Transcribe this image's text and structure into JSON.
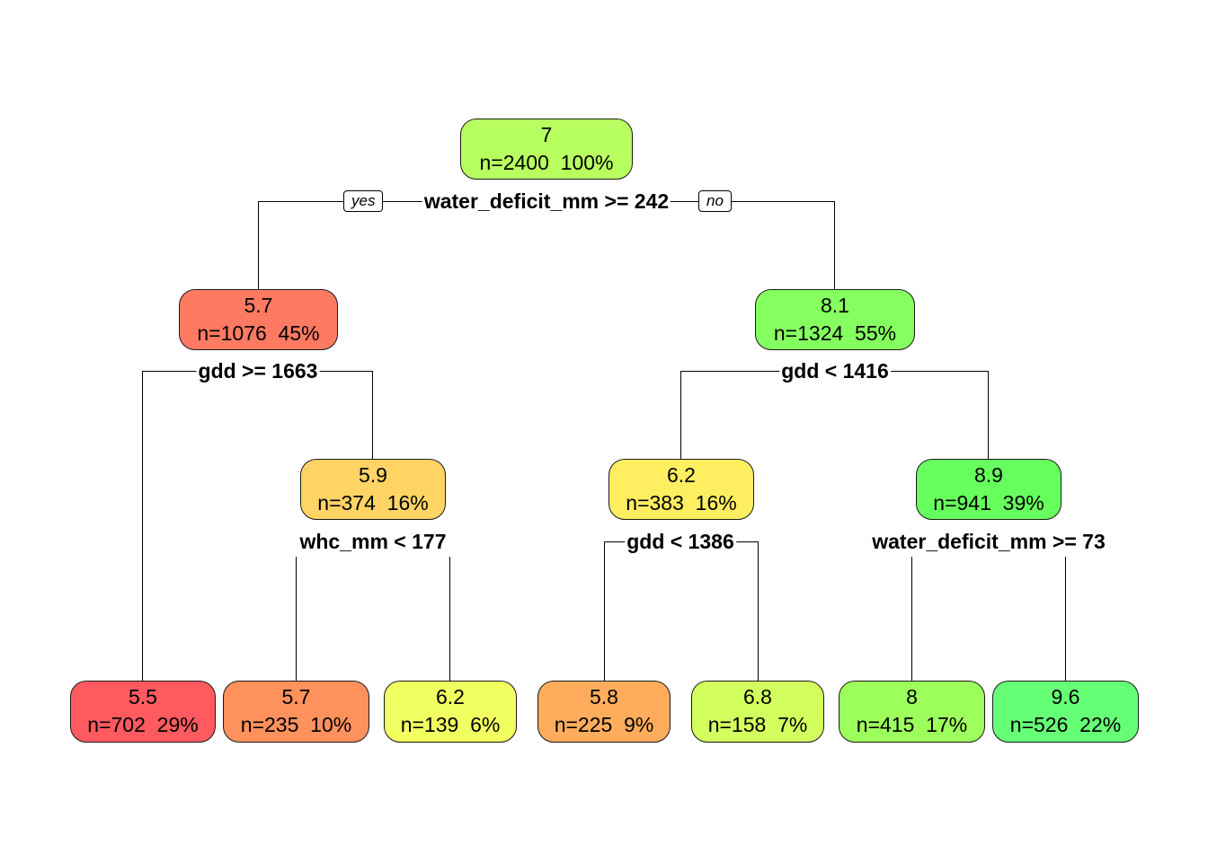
{
  "title": "Regression tree",
  "branch_labels": {
    "yes": "yes",
    "no": "no"
  },
  "nodes": [
    {
      "id": "root",
      "value": "7",
      "info": "n=2400  100%",
      "color": "#b8ff60"
    },
    {
      "id": "l",
      "value": "5.7",
      "info": "n=1076  45%",
      "color": "#ff7a62"
    },
    {
      "id": "r",
      "value": "8.1",
      "info": "n=1324  55%",
      "color": "#86ff60"
    },
    {
      "id": "lr",
      "value": "5.9",
      "info": "n=374  16%",
      "color": "#ffd464"
    },
    {
      "id": "rl",
      "value": "6.2",
      "info": "n=383  16%",
      "color": "#ffee60"
    },
    {
      "id": "rr",
      "value": "8.9",
      "info": "n=941  39%",
      "color": "#66ff5e"
    },
    {
      "id": "leaf1",
      "value": "5.5",
      "info": "n=702  29%",
      "color": "#ff5a5f"
    },
    {
      "id": "leaf2",
      "value": "5.7",
      "info": "n=235  10%",
      "color": "#ff915c"
    },
    {
      "id": "leaf3",
      "value": "6.2",
      "info": "n=139  6%",
      "color": "#f2ff60"
    },
    {
      "id": "leaf4",
      "value": "5.8",
      "info": "n=225  9%",
      "color": "#ffad5c"
    },
    {
      "id": "leaf5",
      "value": "6.8",
      "info": "n=158  7%",
      "color": "#d2ff5e"
    },
    {
      "id": "leaf6",
      "value": "8",
      "info": "n=415  17%",
      "color": "#9dff5c"
    },
    {
      "id": "leaf7",
      "value": "9.6",
      "info": "n=526  22%",
      "color": "#66ff76"
    }
  ],
  "splits": [
    {
      "id": "root",
      "label": "water_deficit_mm >= 242"
    },
    {
      "id": "l",
      "label": "gdd >= 1663"
    },
    {
      "id": "r",
      "label": "gdd < 1416"
    },
    {
      "id": "lr",
      "label": "whc_mm < 177"
    },
    {
      "id": "rl",
      "label": "gdd < 1386"
    },
    {
      "id": "rr",
      "label": "water_deficit_mm >= 73"
    }
  ]
}
